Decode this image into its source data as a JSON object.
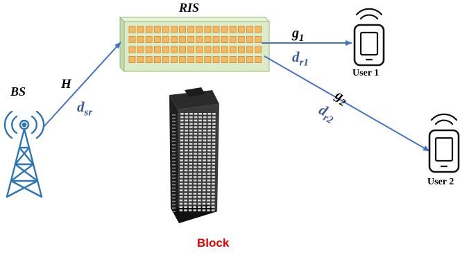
{
  "labels": {
    "ris": "RIS",
    "bs": "BS",
    "h": "H",
    "d_sr": "d",
    "d_sr_sub": "sr",
    "g1": "g",
    "g1_sub": "1",
    "dr1": "d",
    "dr1_sub": "r1",
    "g2": "g",
    "g2_sub": "2",
    "dr2": "d",
    "dr2_sub": "r2",
    "user1": "User 1",
    "user2": "User 2",
    "block": "Block"
  },
  "colors": {
    "link": "#4472c4",
    "ris_fill": "#dcebc8",
    "ris_element": "#f5b860",
    "ris_edge": "#9bb77d",
    "antenna": "#2e75b6",
    "block_text": "#e00000",
    "device": "#111111"
  },
  "icons": [
    "bs-tower-icon",
    "ris-panel-icon",
    "building-block-icon",
    "phone-user1-icon",
    "phone-user2-icon"
  ]
}
